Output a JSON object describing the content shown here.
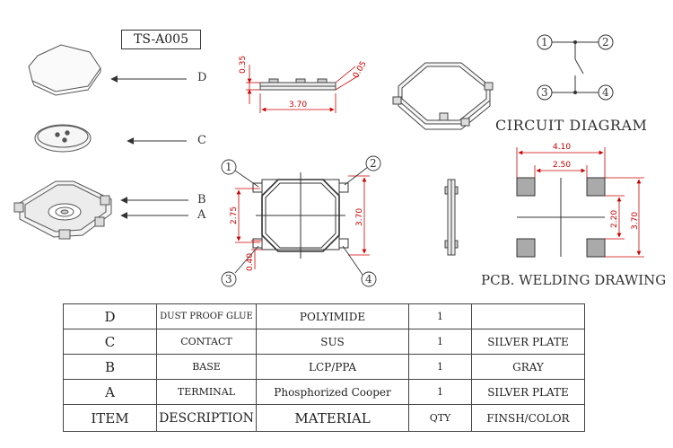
{
  "model": "TS-A005",
  "exploded_labels": [
    "D",
    "C",
    "B",
    "A"
  ],
  "dimensions": {
    "side_thickness": "0.35",
    "side_width": "3.70",
    "side_angle": "0.05",
    "top_height_inner": "2.75",
    "top_width": "3.70",
    "terminal_pitch": "0.40",
    "pcb_outer_width": "4.10",
    "pcb_inner_width": "2.50",
    "pcb_inner_height": "2.20",
    "pcb_outer_height": "3.70"
  },
  "callouts": [
    "1",
    "2",
    "3",
    "4"
  ],
  "circuit": {
    "title": "CIRCUIT DIAGRAM",
    "pins": [
      "1",
      "2",
      "3",
      "4"
    ]
  },
  "pcb": {
    "title": "PCB. WELDING DRAWING"
  },
  "bom": {
    "rows": [
      {
        "item": "D",
        "description": "DUST PROOF GLUE",
        "material": "POLYIMIDE",
        "qty": "1",
        "finish": ""
      },
      {
        "item": "C",
        "description": "CONTACT",
        "material": "SUS",
        "qty": "1",
        "finish": "SILVER PLATE"
      },
      {
        "item": "B",
        "description": "BASE",
        "material": "LCP/PPA",
        "qty": "1",
        "finish": "GRAY"
      },
      {
        "item": "A",
        "description": "TERMINAL",
        "material": "Phosphorized Cooper",
        "qty": "1",
        "finish": "SILVER PLATE"
      }
    ],
    "header": {
      "item": "ITEM",
      "description": "DESCRIPTION",
      "material": "MATERIAL",
      "qty": "QTY",
      "finish": "FINSH/COLOR"
    }
  }
}
